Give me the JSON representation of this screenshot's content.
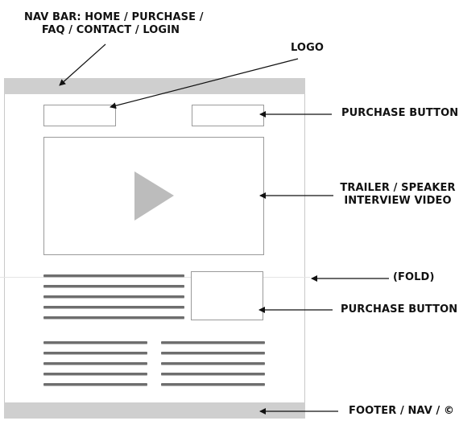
{
  "labels": {
    "nav_bar_line1": "NAV BAR: HOME / PURCHASE /",
    "nav_bar_line2": "FAQ / CONTACT / LOGIN",
    "logo": "LOGO",
    "purchase_button_top": "PURCHASE BUTTON",
    "video_line1": "TRAILER / SPEAKER",
    "video_line2": "INTERVIEW VIDEO",
    "fold": "(FOLD)",
    "purchase_button_mid": "PURCHASE BUTTON",
    "footer": "FOOTER / NAV / ©"
  },
  "icons": {
    "video": "play-icon"
  },
  "colors": {
    "bar_fill": "#cfcfcf",
    "box_stroke": "#9a9a9a",
    "play_fill": "#bcbcbc",
    "text_line": "#6e6e6e",
    "label_text": "#111111"
  }
}
